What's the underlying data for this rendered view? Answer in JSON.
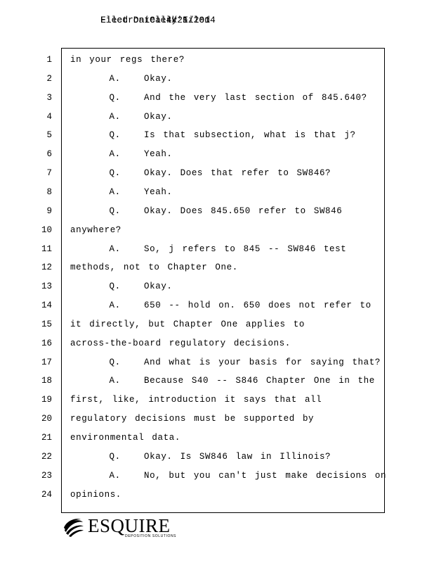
{
  "header": {
    "overlapping_texts": [
      "Electronically Filed",
      "Filed Date: 4/21/2014",
      "Clerk's"
    ],
    "display": "Electronically Clerk's"
  },
  "lines": [
    {
      "num": "1",
      "text": "in your regs there?"
    },
    {
      "num": "2",
      "text": "     A.   Okay."
    },
    {
      "num": "3",
      "text": "     Q.   And the very last section of 845.640?"
    },
    {
      "num": "4",
      "text": "     A.   Okay."
    },
    {
      "num": "5",
      "text": "     Q.   Is that subsection, what is that j?"
    },
    {
      "num": "6",
      "text": "     A.   Yeah."
    },
    {
      "num": "7",
      "text": "     Q.   Okay. Does that refer to SW846?"
    },
    {
      "num": "8",
      "text": "     A.   Yeah."
    },
    {
      "num": "9",
      "text": "     Q.   Okay. Does 845.650 refer to SW846"
    },
    {
      "num": "10",
      "text": "anywhere?"
    },
    {
      "num": "11",
      "text": "     A.   So, j refers to 845 -- SW846 test"
    },
    {
      "num": "12",
      "text": "methods, not to Chapter One."
    },
    {
      "num": "13",
      "text": "     Q.   Okay."
    },
    {
      "num": "14",
      "text": "     A.   650 -- hold on. 650 does not refer to"
    },
    {
      "num": "15",
      "text": "it directly, but Chapter One applies to"
    },
    {
      "num": "16",
      "text": "across-the-board regulatory decisions."
    },
    {
      "num": "17",
      "text": "     Q.   And what is your basis for saying that?"
    },
    {
      "num": "18",
      "text": "     A.   Because S40 -- S846 Chapter One in the"
    },
    {
      "num": "19",
      "text": "first, like, introduction it says that all"
    },
    {
      "num": "20",
      "text": "regulatory decisions must be supported by"
    },
    {
      "num": "21",
      "text": "environmental data."
    },
    {
      "num": "22",
      "text": "     Q.   Okay. Is SW846 law in Illinois?"
    },
    {
      "num": "23",
      "text": "     A.   No, but you can't just make decisions on"
    },
    {
      "num": "24",
      "text": "opinions."
    }
  ],
  "footer": {
    "logo_text": "ESQUIRE",
    "logo_subtext": "DEPOSITION SOLUTIONS",
    "logo_icon": "esquire-swirl-icon"
  }
}
